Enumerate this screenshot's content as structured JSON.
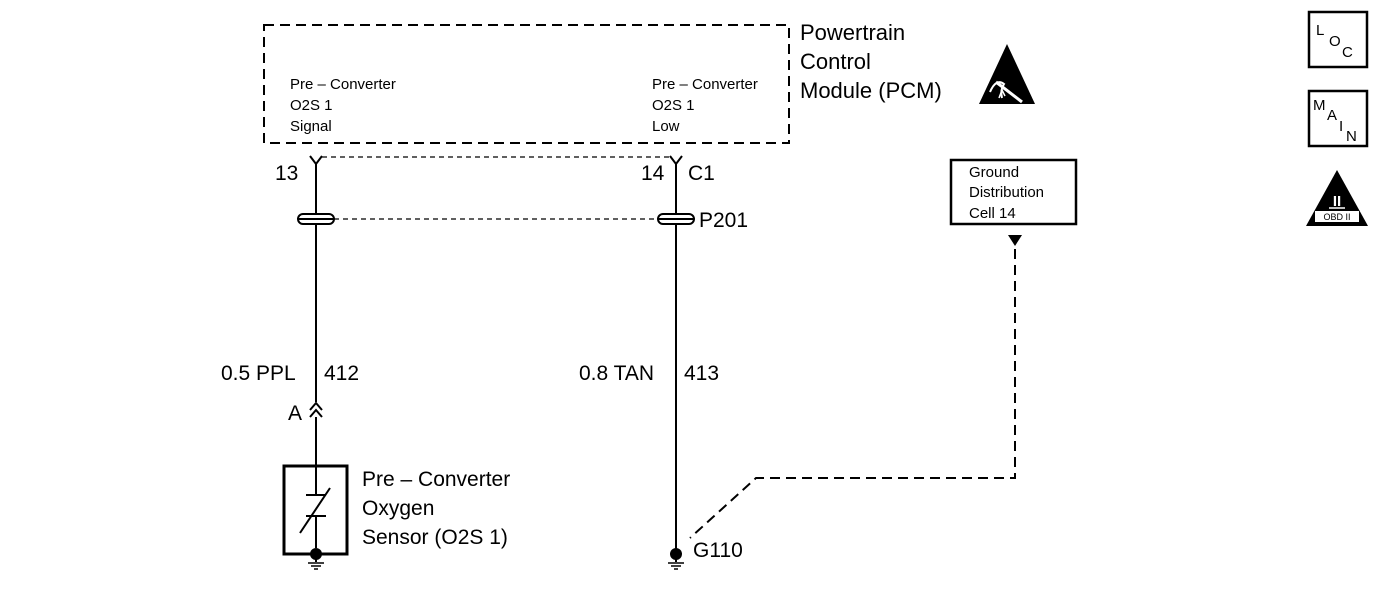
{
  "pcm": {
    "title_line1": "Powertrain",
    "title_line2": "Control",
    "title_line3": "Module (PCM)",
    "left_pin": {
      "line1": "Pre – Converter",
      "line2": "O2S 1",
      "line3": "Signal",
      "pin": "13"
    },
    "right_pin": {
      "line1": "Pre – Converter",
      "line2": "O2S 1",
      "line3": "Low",
      "pin": "14"
    },
    "connector": "C1"
  },
  "splice": {
    "label": "P201"
  },
  "wires": {
    "left": {
      "gauge_color": "0.5 PPL",
      "circuit": "412"
    },
    "right": {
      "gauge_color": "0.8 TAN",
      "circuit": "413"
    }
  },
  "sensor": {
    "connector": "A",
    "line1": "Pre – Converter",
    "line2": "Oxygen",
    "line3": "Sensor (O2S 1)"
  },
  "ground": {
    "label": "G110"
  },
  "ground_dist": {
    "line1": "Ground",
    "line2": "Distribution",
    "line3": "Cell 14"
  },
  "icons": {
    "loc": {
      "l1": "L",
      "l2": "O",
      "l3": "C"
    },
    "main": {
      "l1": "M",
      "l2": "A",
      "l3": "I",
      "l4": "N"
    },
    "obd": {
      "big": "II",
      "small": "OBD II"
    }
  }
}
